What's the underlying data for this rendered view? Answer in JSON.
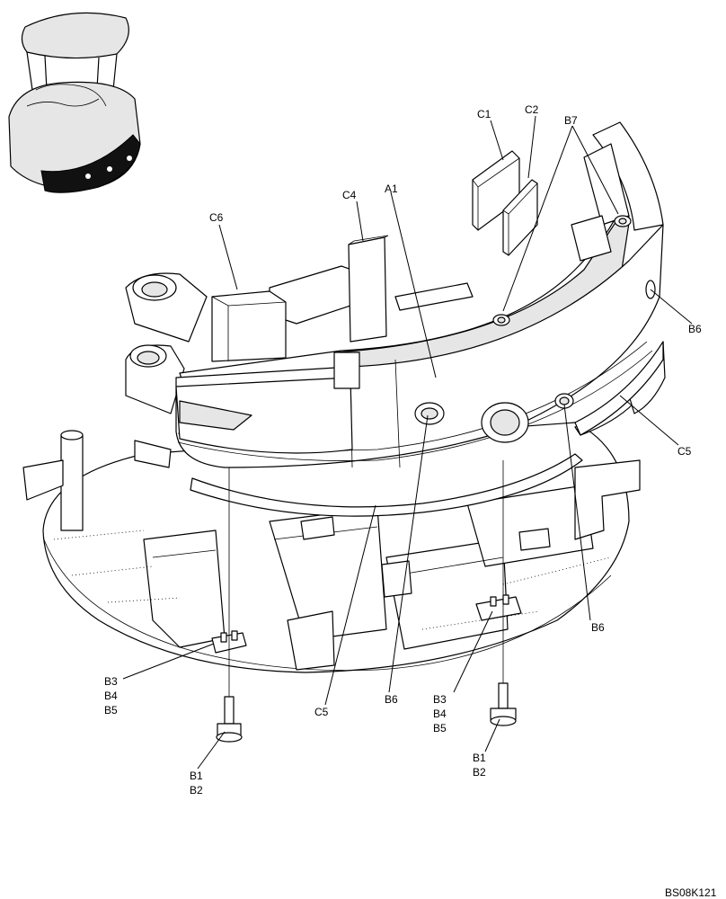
{
  "labels": {
    "A1": "A1",
    "B1": "B1",
    "B2": "B2",
    "B3": "B3",
    "B4": "B4",
    "B5": "B5",
    "B6": "B6",
    "B7": "B7",
    "C1": "C1",
    "C2": "C2",
    "C4": "C4",
    "C5": "C5",
    "C6": "C6"
  },
  "figure_code": "BS08K121"
}
